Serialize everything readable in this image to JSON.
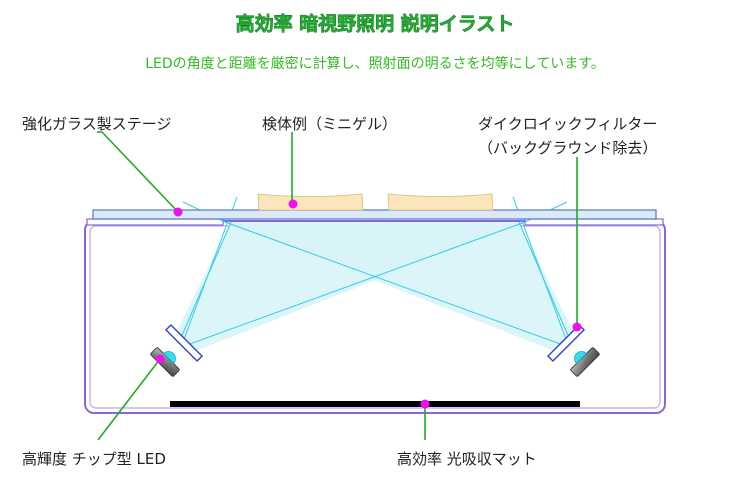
{
  "title": "高効率 暗視野照明 説明イラスト",
  "subtitle": "LEDの角度と距離を厳密に計算し、照射面の明るさを均等にしています。",
  "labels": {
    "stage": "強化ガラス製ステージ",
    "specimen": "検体例（ミニゲル）",
    "filter_line1": "ダイクロイックフィルター",
    "filter_line2": "（バックグラウンド除去）",
    "led": "高輝度 チップ型 LED",
    "mat": "高効率 光吸収マット"
  },
  "colors": {
    "title_green": "#22aa33",
    "leader_green": "#22aa22",
    "marker_magenta": "#ee11ee",
    "ray_cyan": "#33ccee",
    "beam_fill": "#d7f4f7",
    "housing_purple": "#8866dd",
    "stage_blue": "#5577cc",
    "gel_fill": "#fbe6bb",
    "filter_blue": "#3344cc",
    "mat_black": "#000000"
  }
}
